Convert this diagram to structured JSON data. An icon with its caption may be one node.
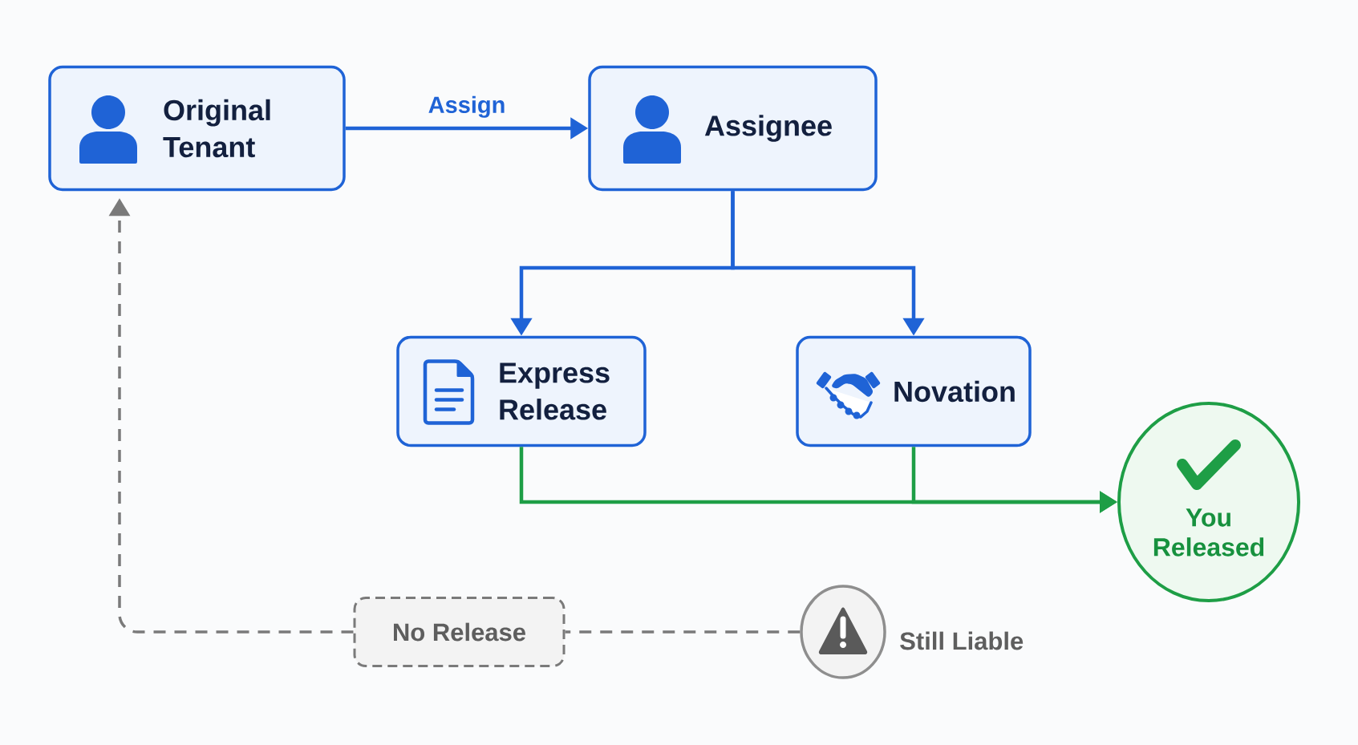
{
  "diagram": {
    "nodes": [
      {
        "text": [
          "Original Tenant"
        ]
      },
      {
        "text": [
          "Assignee"
        ]
      },
      {
        "text": [
          "Express Release"
        ]
      },
      {
        "text": [
          "Novation"
        ]
      },
      {
        "text": [
          "You Released"
        ]
      },
      {
        "text": [
          "No Release"
        ]
      },
      {
        "text": [],
        "shape": "circle",
        "beside": [
          "Still Liable"
        ]
      }
    ],
    "edges": [
      {
        "from": 0,
        "to": 1,
        "arrow": "to",
        "label": "Assign"
      },
      {
        "from": 1,
        "to": 2,
        "arrow": "to"
      },
      {
        "from": 1,
        "to": 3,
        "arrow": "to"
      },
      {
        "from": 2,
        "to": 4,
        "arrow": "to",
        "color": "#1e9e46"
      },
      {
        "from": 3,
        "to": 4,
        "arrow": "to",
        "color": "#1e9e46"
      },
      {
        "from": 6,
        "to": 5,
        "arrow": "none",
        "style": "dashed",
        "color": "#7a7a7a"
      },
      {
        "from": 5,
        "to": 0,
        "arrow": "to",
        "style": "dashed",
        "color": "#7a7a7a"
      }
    ]
  }
}
